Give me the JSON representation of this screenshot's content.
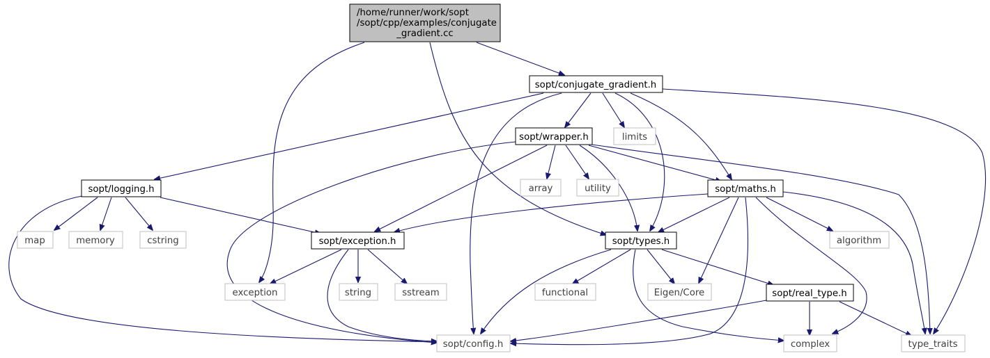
{
  "diagram": {
    "type": "include-dependency-graph",
    "root": {
      "lines": [
        "/home/runner/work/sopt",
        "/sopt/cpp/examples/conjugate",
        "_gradient.cc"
      ]
    },
    "nodes": {
      "conjugate_gradient_h": "sopt/conjugate_gradient.h",
      "wrapper_h": "sopt/wrapper.h",
      "limits": "limits",
      "logging_h": "sopt/logging.h",
      "array": "array",
      "utility": "utility",
      "maths_h": "sopt/maths.h",
      "map": "map",
      "memory": "memory",
      "cstring": "cstring",
      "exception_h": "sopt/exception.h",
      "types_h": "sopt/types.h",
      "algorithm": "algorithm",
      "exception": "exception",
      "string": "string",
      "sstream": "sstream",
      "functional": "functional",
      "eigen_core": "Eigen/Core",
      "real_type_h": "sopt/real_type.h",
      "config_h": "sopt/config.h",
      "complex": "complex",
      "type_traits": "type_traits"
    },
    "edges": [
      [
        "root",
        "conjugate_gradient_h"
      ],
      [
        "root",
        "exception"
      ],
      [
        "root",
        "types_h"
      ],
      [
        "conjugate_gradient_h",
        "logging_h"
      ],
      [
        "conjugate_gradient_h",
        "config_h"
      ],
      [
        "conjugate_gradient_h",
        "wrapper_h"
      ],
      [
        "conjugate_gradient_h",
        "limits"
      ],
      [
        "conjugate_gradient_h",
        "types_h"
      ],
      [
        "conjugate_gradient_h",
        "maths_h"
      ],
      [
        "conjugate_gradient_h",
        "type_traits"
      ],
      [
        "wrapper_h",
        "config_h"
      ],
      [
        "wrapper_h",
        "exception_h"
      ],
      [
        "wrapper_h",
        "array"
      ],
      [
        "wrapper_h",
        "utility"
      ],
      [
        "wrapper_h",
        "types_h"
      ],
      [
        "wrapper_h",
        "maths_h"
      ],
      [
        "wrapper_h",
        "type_traits"
      ],
      [
        "logging_h",
        "map"
      ],
      [
        "logging_h",
        "memory"
      ],
      [
        "logging_h",
        "cstring"
      ],
      [
        "logging_h",
        "exception_h"
      ],
      [
        "logging_h",
        "config_h"
      ],
      [
        "maths_h",
        "exception_h"
      ],
      [
        "maths_h",
        "types_h"
      ],
      [
        "maths_h",
        "eigen_core"
      ],
      [
        "maths_h",
        "config_h"
      ],
      [
        "maths_h",
        "algorithm"
      ],
      [
        "maths_h",
        "complex"
      ],
      [
        "maths_h",
        "type_traits"
      ],
      [
        "exception_h",
        "exception"
      ],
      [
        "exception_h",
        "string"
      ],
      [
        "exception_h",
        "sstream"
      ],
      [
        "exception_h",
        "config_h"
      ],
      [
        "types_h",
        "config_h"
      ],
      [
        "types_h",
        "functional"
      ],
      [
        "types_h",
        "eigen_core"
      ],
      [
        "types_h",
        "real_type_h"
      ],
      [
        "types_h",
        "complex"
      ],
      [
        "real_type_h",
        "config_h"
      ],
      [
        "real_type_h",
        "complex"
      ],
      [
        "real_type_h",
        "type_traits"
      ]
    ]
  },
  "colors": {
    "edge": "#191970",
    "root_fill": "#bfbfbf",
    "system_header_border": "#bfbfbf",
    "project_header_border": "#000000"
  }
}
